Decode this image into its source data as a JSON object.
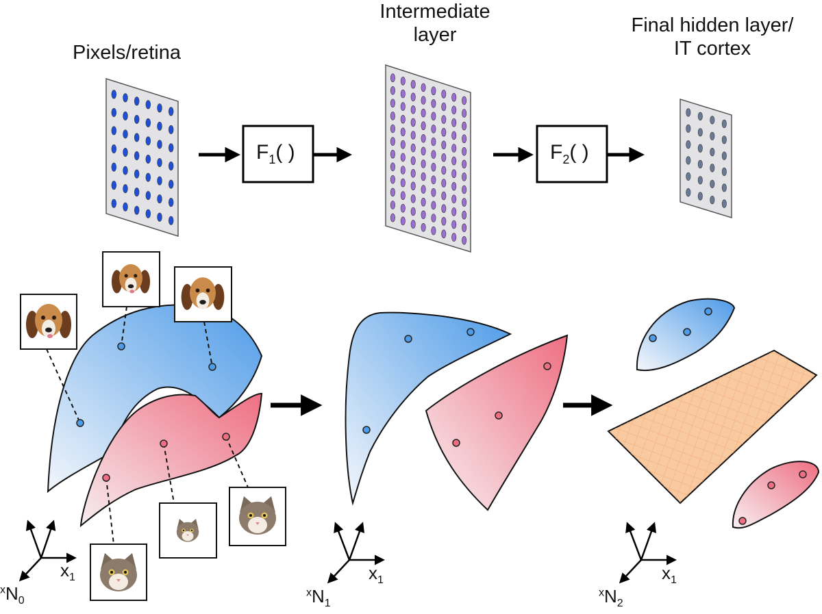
{
  "labels": {
    "pixels": "Pixels/retina",
    "intermediate_line1": "Intermediate",
    "intermediate_line2": "layer",
    "final_line1": "Final hidden layer/",
    "final_line2": "IT cortex"
  },
  "functions": {
    "f1_main": "F",
    "f1_sub": "1",
    "f1_paren": "( )",
    "f2_main": "F",
    "f2_sub": "2",
    "f2_paren": "( )"
  },
  "axes": {
    "x1_main": "x",
    "x1_sub": "1",
    "n_sup": "x",
    "n_main": "N",
    "n0_sub": "0",
    "n1_sub": "1",
    "n2_sub": "2"
  },
  "colors": {
    "dots_pixels": "#1f4fd6",
    "dots_intermediate": "#9b6fd1",
    "dots_final": "#6a7a96",
    "manifold_blue": "#4e9be8",
    "manifold_red": "#ee7083",
    "plane_orange": "#f6b886",
    "arrow": "#000000"
  },
  "icons": {
    "dog_thumbnail": "dog-face-icon",
    "cat_thumbnail": "cat-face-icon"
  }
}
